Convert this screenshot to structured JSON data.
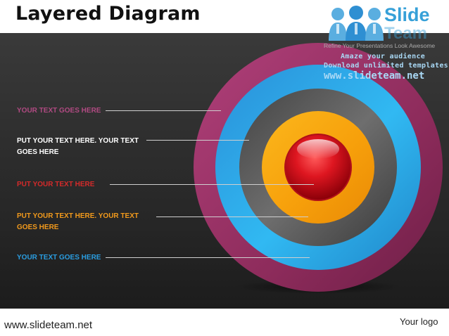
{
  "header": {
    "title": "Layered Diagram"
  },
  "brand": {
    "name_top": "Slide",
    "name_bottom": "Team",
    "tagline": "Refine Your Presentations Look Awesome",
    "line1": "Amaze your audience",
    "line2": "Download unlimited templates",
    "url": "www.slideteam.net"
  },
  "labels": [
    {
      "text": "YOUR TEXT GOES HERE",
      "color": "#b04a82"
    },
    {
      "text": "PUT YOUR TEXT HERE. YOUR TEXT GOES HERE",
      "color": "#ffffff"
    },
    {
      "text": "PUT YOUR TEXT HERE",
      "color": "#d42a2a"
    },
    {
      "text": "PUT YOUR TEXT HERE. YOUR TEXT GOES HERE",
      "color": "#f29a1c"
    },
    {
      "text": "YOUR TEXT GOES HERE",
      "color": "#2a9de0"
    }
  ],
  "layers": [
    {
      "name": "outer",
      "color": "#9b3466"
    },
    {
      "name": "second",
      "color": "#2bb2ee"
    },
    {
      "name": "third",
      "color": "#5c5c5c"
    },
    {
      "name": "fourth",
      "color": "#f7a90e"
    },
    {
      "name": "core",
      "color": "#d4121e"
    }
  ],
  "footer": {
    "url": "www.slideteam.net",
    "logo": "Your logo"
  }
}
